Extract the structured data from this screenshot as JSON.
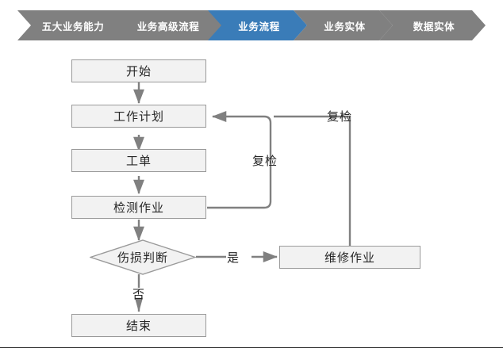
{
  "breadcrumb": {
    "items": [
      {
        "label": "五大业务能力",
        "state": "inactive"
      },
      {
        "label": "业务高级流程",
        "state": "inactive"
      },
      {
        "label": "业务流程",
        "state": "active"
      },
      {
        "label": "业务实体",
        "state": "inactive"
      },
      {
        "label": "数据实体",
        "state": "inactive"
      }
    ],
    "colors": {
      "inactive_bg": "#808080",
      "active_bg": "#3a7cb8",
      "label_color": "#ffffff"
    }
  },
  "flowchart": {
    "type": "flowchart",
    "colors": {
      "node_fill": "#f2f2f2",
      "node_border": "#9a9a9a",
      "connector": "#808080",
      "text": "#262626",
      "canvas": "#ffffff"
    },
    "nodes": [
      {
        "id": "start",
        "label": "开始",
        "shape": "rect"
      },
      {
        "id": "work_plan",
        "label": "工作计划",
        "shape": "rect"
      },
      {
        "id": "work_order",
        "label": "工单",
        "shape": "rect"
      },
      {
        "id": "inspection",
        "label": "检测作业",
        "shape": "rect"
      },
      {
        "id": "damage",
        "label": "伤损判断",
        "shape": "diamond"
      },
      {
        "id": "repair",
        "label": "维修作业",
        "shape": "rect"
      },
      {
        "id": "end",
        "label": "结束",
        "shape": "rect"
      }
    ],
    "edge_labels": [
      {
        "id": "recheck_inspection",
        "label": "复检"
      },
      {
        "id": "recheck_repair",
        "label": "复检"
      },
      {
        "id": "yes",
        "label": "是"
      },
      {
        "id": "no",
        "label": "否"
      }
    ],
    "edges": [
      {
        "from": "start",
        "to": "work_plan",
        "label": ""
      },
      {
        "from": "work_plan",
        "to": "work_order",
        "label": ""
      },
      {
        "from": "work_order",
        "to": "inspection",
        "label": ""
      },
      {
        "from": "inspection",
        "to": "damage",
        "label": ""
      },
      {
        "from": "inspection",
        "to": "work_plan",
        "label": "复检"
      },
      {
        "from": "repair",
        "to": "work_plan",
        "label": "复检"
      },
      {
        "from": "damage",
        "to": "repair",
        "label": "是"
      },
      {
        "from": "damage",
        "to": "end",
        "label": "否"
      }
    ]
  }
}
